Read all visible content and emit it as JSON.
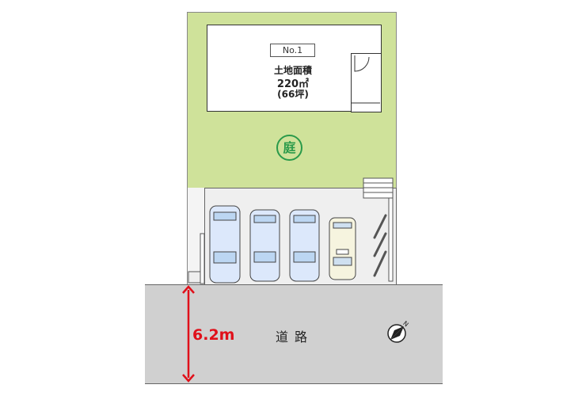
{
  "lot": {
    "number": "No.1",
    "area_label": "土地面積",
    "area": "220㎡",
    "tsubo": "(66坪)"
  },
  "garden": {
    "label": "庭"
  },
  "road": {
    "label": "道路",
    "width": "6.2m"
  },
  "compass": {
    "label": "N"
  },
  "colors": {
    "garden": "#cfe29a",
    "garden_mark": "#2a9a4a",
    "road": "#d0d0d0",
    "dimension": "#e0101a",
    "car": "#dce8fb",
    "car_compact": "#f6f4df"
  }
}
